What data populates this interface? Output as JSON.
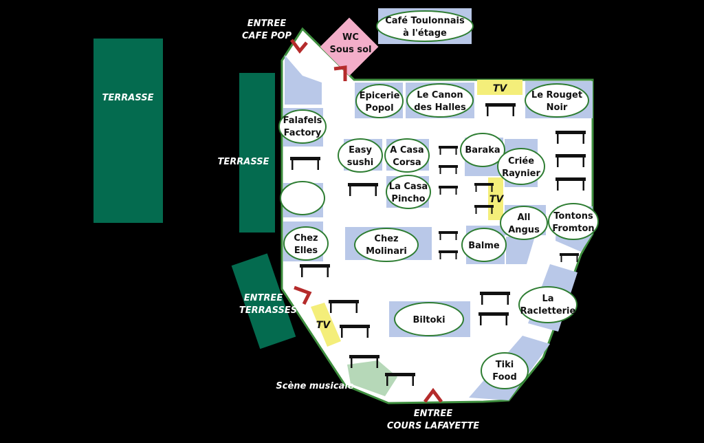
{
  "colors": {
    "background": "#000000",
    "floor": "#ffffff",
    "floor_border": "#3f8f3f",
    "terrace": "#046b4f",
    "stall": "#b9c8e8",
    "tv": "#f4ee7a",
    "wc": "#f3aec9",
    "stage": "#b6d8b8",
    "entrance_arrow": "#b52b2b",
    "label_ellipse_border": "#2e7d32",
    "table": "#111111"
  },
  "terraces": [
    {
      "name": "terrasse-left",
      "label": "TERRASSE"
    },
    {
      "name": "terrasse-middle",
      "label": "TERRASSE"
    }
  ],
  "entrances": {
    "cafe_pop": {
      "line1": "ENTREE",
      "line2": "CAFE POP"
    },
    "terrasses": {
      "line1": "ENTREE",
      "line2": "TERRASSES"
    },
    "cours_lafayette": {
      "line1": "ENTREE",
      "line2": "COURS LAFAYETTE"
    }
  },
  "stage_label": "Scène musicale",
  "tv_label": "TV",
  "wc": {
    "line1": "WC",
    "line2": "Sous sol"
  },
  "cafe_toulonnais": {
    "line1": "Café Toulonnais",
    "line2": "à l'étage"
  },
  "stalls": {
    "epicerie_popol": {
      "line1": "Epicerie",
      "line2": "Popol"
    },
    "le_canon": {
      "line1": "Le Canon",
      "line2": "des Halles"
    },
    "le_rouget_noir": {
      "line1": "Le Rouget",
      "line2": "Noir"
    },
    "falafels_factory": {
      "line1": "Falafels",
      "line2": "Factory"
    },
    "easy_sushi": {
      "line1": "Easy",
      "line2": "sushi"
    },
    "a_casa_corsa": {
      "line1": "A Casa",
      "line2": "Corsa"
    },
    "baraka": {
      "line1": "Baraka"
    },
    "criee_raynier": {
      "line1": "Criée",
      "line2": "Raynier"
    },
    "la_casa_pincho": {
      "line1": "La Casa",
      "line2": "Pincho"
    },
    "all_angus": {
      "line1": "All",
      "line2": "Angus"
    },
    "tontons_fromton": {
      "line1": "Tontons",
      "line2": "Fromton"
    },
    "chez_elles": {
      "line1": "Chez",
      "line2": "Elles"
    },
    "chez_molinari": {
      "line1": "Chez",
      "line2": "Molinari"
    },
    "balme": {
      "line1": "Balme"
    },
    "la_raclettrie": {
      "line1": "La",
      "line2": "Racletterie"
    },
    "biltoki": {
      "line1": "Biltoki"
    },
    "tiki_food": {
      "line1": "Tiki",
      "line2": "Food"
    }
  }
}
